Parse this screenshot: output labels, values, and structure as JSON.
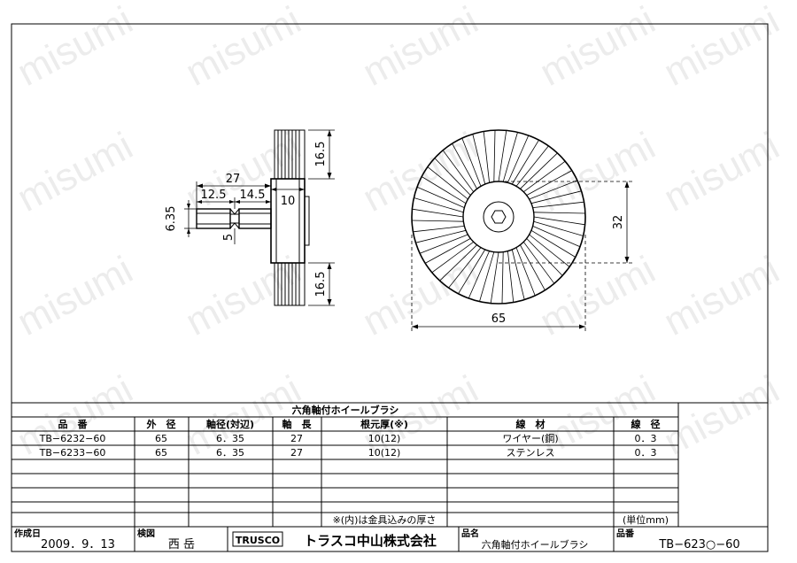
{
  "watermark": "misumi",
  "drawing": {
    "dims": {
      "shaft_total": "27",
      "shaft_len1": "12.5",
      "shaft_len2": "14.5",
      "hub_width": "10",
      "hex_size": "6.35",
      "neck_dia": "5",
      "bristle_top": "16.5",
      "bristle_bottom": "16.5",
      "hub_dia": "32",
      "outer_dia": "65"
    }
  },
  "table": {
    "title": "六角軸付ホイールブラシ",
    "headers": [
      "品　番",
      "外　径",
      "軸径(対辺)",
      "軸　長",
      "根元厚(※)",
      "線　材",
      "線　径"
    ],
    "rows": [
      [
        "TB−6232−60",
        "65",
        "6．35",
        "27",
        "10(12)",
        "ワイヤー(鋼)",
        "0．3"
      ],
      [
        "TB−6233−60",
        "65",
        "6．35",
        "27",
        "10(12)",
        "ステンレス",
        "0．3"
      ]
    ],
    "note": "※(内)は金具込みの厚さ",
    "unit": "(単位mm)"
  },
  "titleblock": {
    "created_label": "作成日",
    "created_value": "2009．9．13",
    "checked_label": "検図",
    "checked_value": "西 岳",
    "brand": "TRUSCO",
    "company": "トラスコ中山株式会社",
    "name_label": "品名",
    "name_value": "六角軸付ホイールブラシ",
    "number_label": "品番",
    "number_value": "TB−623○−60"
  }
}
